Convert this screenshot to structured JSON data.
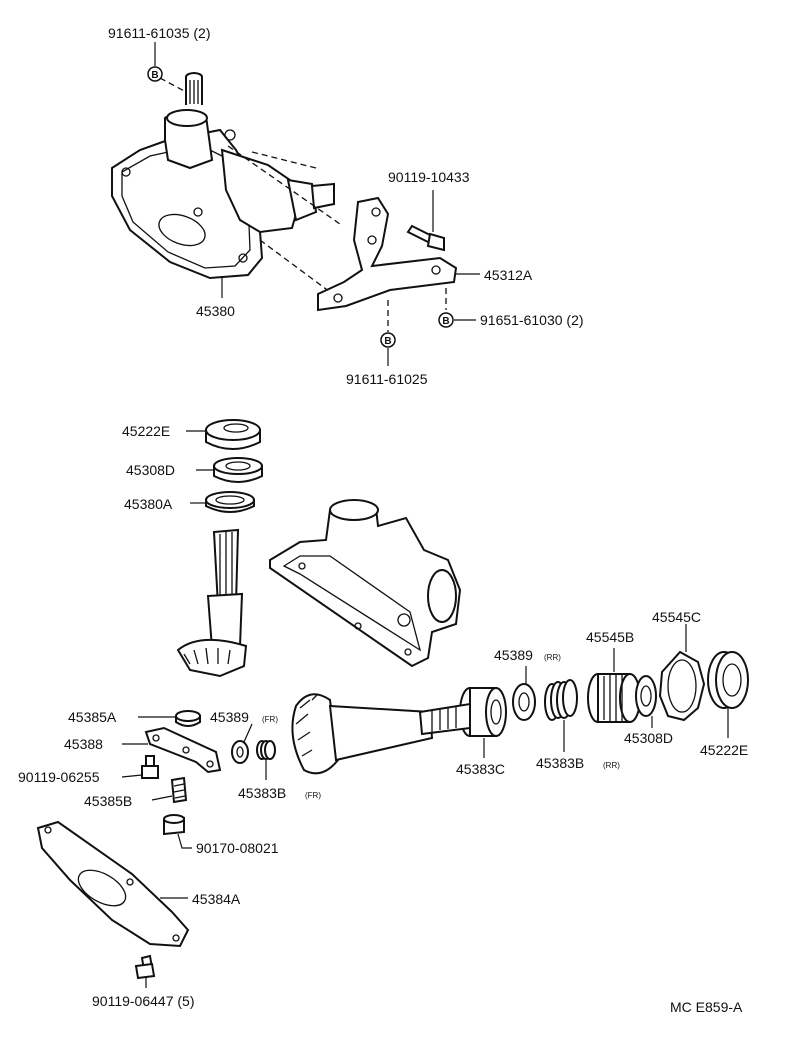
{
  "labels": {
    "p9161161035": "91611-61035 (2)",
    "p9011910433": "90119-10433",
    "p45312A": "45312A",
    "p45380": "45380",
    "p9165161030": "91651-61030 (2)",
    "p9161161025": "91611-61025",
    "p45222E_top": "45222E",
    "p45308D_top": "45308D",
    "p45380A": "45380A",
    "p45545C": "45545C",
    "p45545B": "45545B",
    "p45389RR": "45389",
    "p45389RR_sub": "(RR)",
    "p45385A": "45385A",
    "p45389FR": "45389",
    "p45389FR_sub": "(FR)",
    "p45388": "45388",
    "p9011906255": "90119-06255",
    "p45385B": "45385B",
    "p45383BFR": "45383B",
    "p45383BFR_sub": "(FR)",
    "p45383C": "45383C",
    "p45383BRR": "45383B",
    "p45383BRR_sub": "(RR)",
    "p45308D_bot": "45308D",
    "p45222E_bot": "45222E",
    "p9017008021": "90170-08021",
    "p45384A": "45384A",
    "p9011906447": "90119-06447 (5)",
    "code": "MC  E859-A"
  },
  "badge_letter": "B"
}
